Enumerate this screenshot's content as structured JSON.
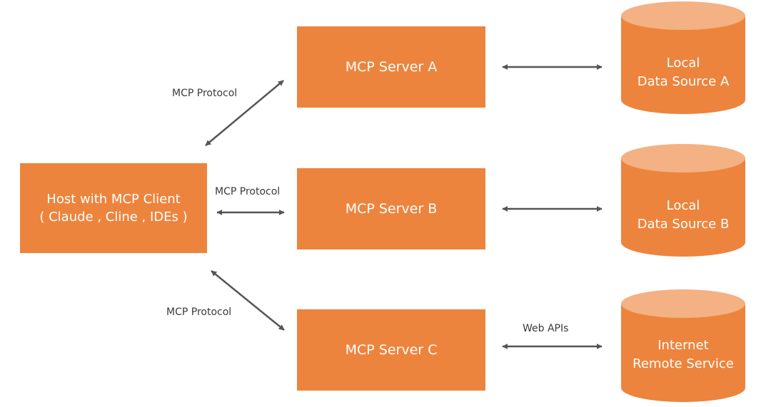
{
  "host": {
    "line1": "Host with MCP Client",
    "line2": "( Claude , Cline , IDEs )"
  },
  "servers": {
    "a": "MCP Server A",
    "b": "MCP Server B",
    "c": "MCP Server C"
  },
  "sources": {
    "a": {
      "line1": "Local",
      "line2": "Data Source A"
    },
    "b": {
      "line1": "Local",
      "line2": "Data Source B"
    },
    "c": {
      "line1": "Internet",
      "line2": "Remote Service"
    }
  },
  "edges": {
    "host_a": "MCP Protocol",
    "host_b": "MCP Protocol",
    "host_c": "MCP Protocol",
    "c_remote": "Web APIs"
  },
  "colors": {
    "box": "#ED843D",
    "cylinder_top": "#F4B183",
    "arrow": "#555555"
  }
}
